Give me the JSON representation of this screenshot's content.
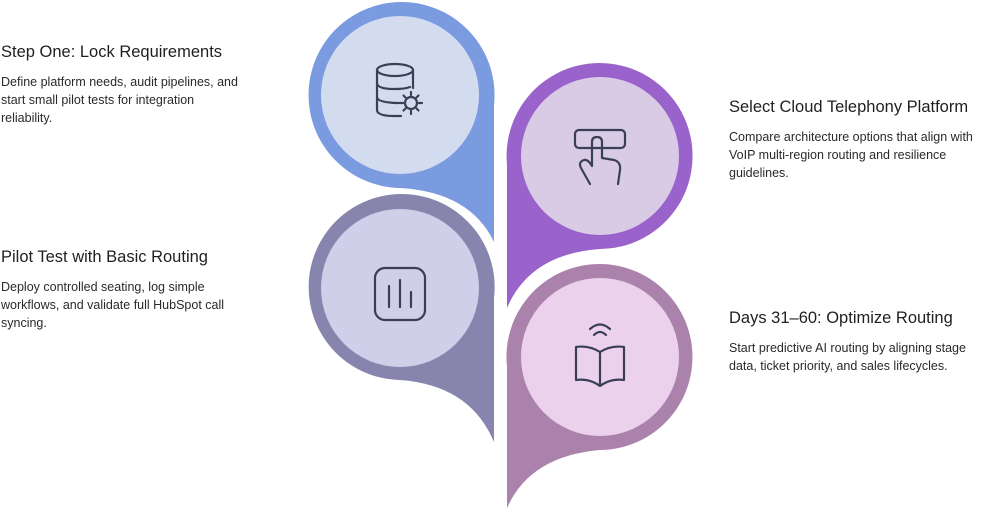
{
  "steps": [
    {
      "title": "Step One: Lock Requirements",
      "description": "Define platform needs, audit pipelines, and start small pilot tests for integration reliability.",
      "icon": "database-gear-icon",
      "color": "#7b9be0",
      "fill": "#d3dcef"
    },
    {
      "title": "Select Cloud Telephony Platform",
      "description": "Compare architecture options that align with VoIP multi-region routing and resilience guidelines.",
      "icon": "touch-screen-icon",
      "color": "#9a63cc",
      "fill": "#d9cbe6"
    },
    {
      "title": "Pilot Test with Basic Routing",
      "description": "Deploy controlled seating, log simple workflows, and validate full HubSpot call syncing.",
      "icon": "bar-chart-icon",
      "color": "#8784ad",
      "fill": "#d0cfea"
    },
    {
      "title": "Days 31–60: Optimize Routing",
      "description": "Start predictive AI routing by aligning stage data, ticket priority, and sales lifecycles.",
      "icon": "open-book-icon",
      "color": "#aa82ab",
      "fill": "#ebd1ec"
    }
  ]
}
